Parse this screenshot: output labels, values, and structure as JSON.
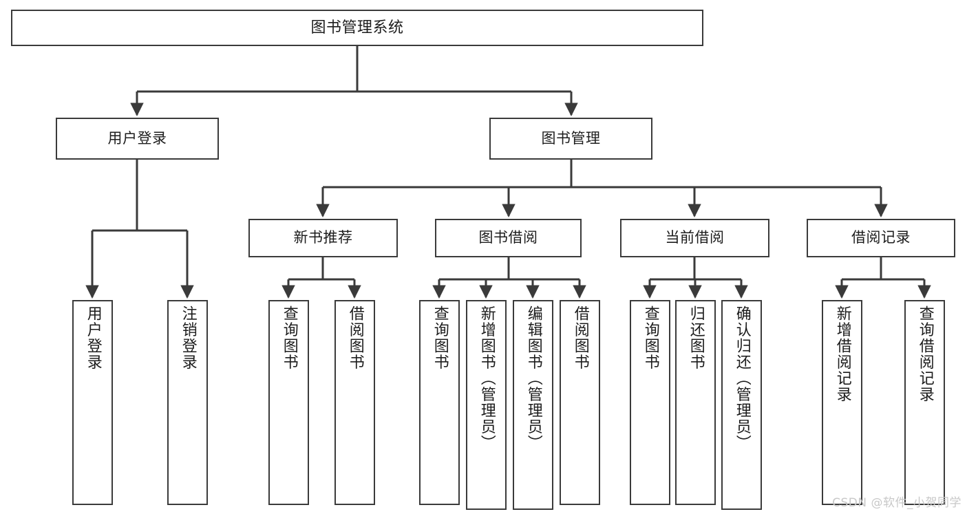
{
  "diagram": {
    "title": "图书管理系统",
    "type": "tree-hierarchy",
    "watermark": "CSDN @软件_小贺同学",
    "colors": {
      "background": "#ffffff",
      "box_border": "#3a3a3a",
      "box_fill": "#ffffff",
      "edge": "#3a3a3a",
      "text": "#1c1c1c",
      "watermark": "#c8c8c8"
    },
    "levels": {
      "root": {
        "id": "root",
        "label": "图书管理系统",
        "orientation": "horizontal"
      },
      "level2": [
        {
          "id": "user-login",
          "label": "用户登录",
          "orientation": "horizontal"
        },
        {
          "id": "book-manage",
          "label": "图书管理",
          "orientation": "horizontal"
        }
      ],
      "level3": [
        {
          "id": "new-book-recommend",
          "label": "新书推荐",
          "orientation": "horizontal",
          "parent": "book-manage"
        },
        {
          "id": "book-borrow",
          "label": "图书借阅",
          "orientation": "horizontal",
          "parent": "book-manage"
        },
        {
          "id": "current-borrow",
          "label": "当前借阅",
          "orientation": "horizontal",
          "parent": "book-manage"
        },
        {
          "id": "borrow-record",
          "label": "借阅记录",
          "orientation": "horizontal",
          "parent": "book-manage"
        }
      ],
      "leaves": [
        {
          "id": "leaf-user-login",
          "label": "用户登录",
          "orientation": "vertical",
          "parent": "user-login"
        },
        {
          "id": "leaf-logout-login",
          "label": "注销登录",
          "orientation": "vertical",
          "parent": "user-login"
        },
        {
          "id": "leaf-query-book-1",
          "label": "查询图书",
          "orientation": "vertical",
          "parent": "new-book-recommend"
        },
        {
          "id": "leaf-borrow-book-1",
          "label": "借阅图书",
          "orientation": "vertical",
          "parent": "new-book-recommend"
        },
        {
          "id": "leaf-query-book-2",
          "label": "查询图书",
          "orientation": "vertical",
          "parent": "book-borrow"
        },
        {
          "id": "leaf-add-book",
          "label": "新增图书（管理员）",
          "orientation": "vertical",
          "parent": "book-borrow"
        },
        {
          "id": "leaf-edit-book",
          "label": "编辑图书（管理员）",
          "orientation": "vertical",
          "parent": "book-borrow"
        },
        {
          "id": "leaf-borrow-book-2",
          "label": "借阅图书",
          "orientation": "vertical",
          "parent": "book-borrow"
        },
        {
          "id": "leaf-query-book-3",
          "label": "查询图书",
          "orientation": "vertical",
          "parent": "current-borrow"
        },
        {
          "id": "leaf-return-book",
          "label": "归还图书",
          "orientation": "vertical",
          "parent": "current-borrow"
        },
        {
          "id": "leaf-confirm-return",
          "label": "确认归还（管理员）",
          "orientation": "vertical",
          "parent": "current-borrow"
        },
        {
          "id": "leaf-add-record",
          "label": "新增借阅记录",
          "orientation": "vertical",
          "parent": "borrow-record"
        },
        {
          "id": "leaf-query-record",
          "label": "查询借阅记录",
          "orientation": "vertical",
          "parent": "borrow-record"
        }
      ]
    }
  }
}
